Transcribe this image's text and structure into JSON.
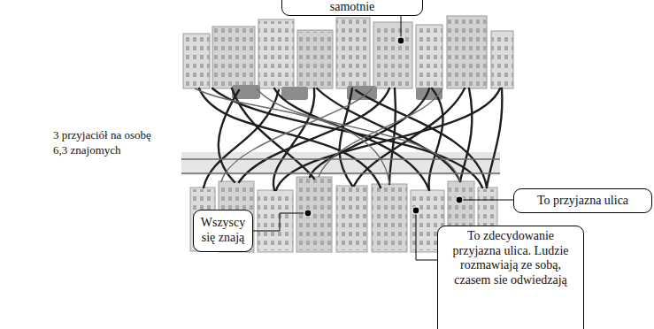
{
  "diagram": {
    "nodes": [
      {
        "text": [
          "samotnie"
        ]
      },
      {
        "text": [
          "To przyjazna ulica"
        ]
      },
      {
        "text": [
          "Wszyscy się znają"
        ]
      },
      {
        "text": [
          "To zdecydowanie przyjazna ulica. Ludzie rozmawiają ze sobą, czasem sie odwiedzają"
        ]
      }
    ],
    "labels": [
      "3 przyjaciół na osobę",
      "6,3 znajomych"
    ]
  }
}
